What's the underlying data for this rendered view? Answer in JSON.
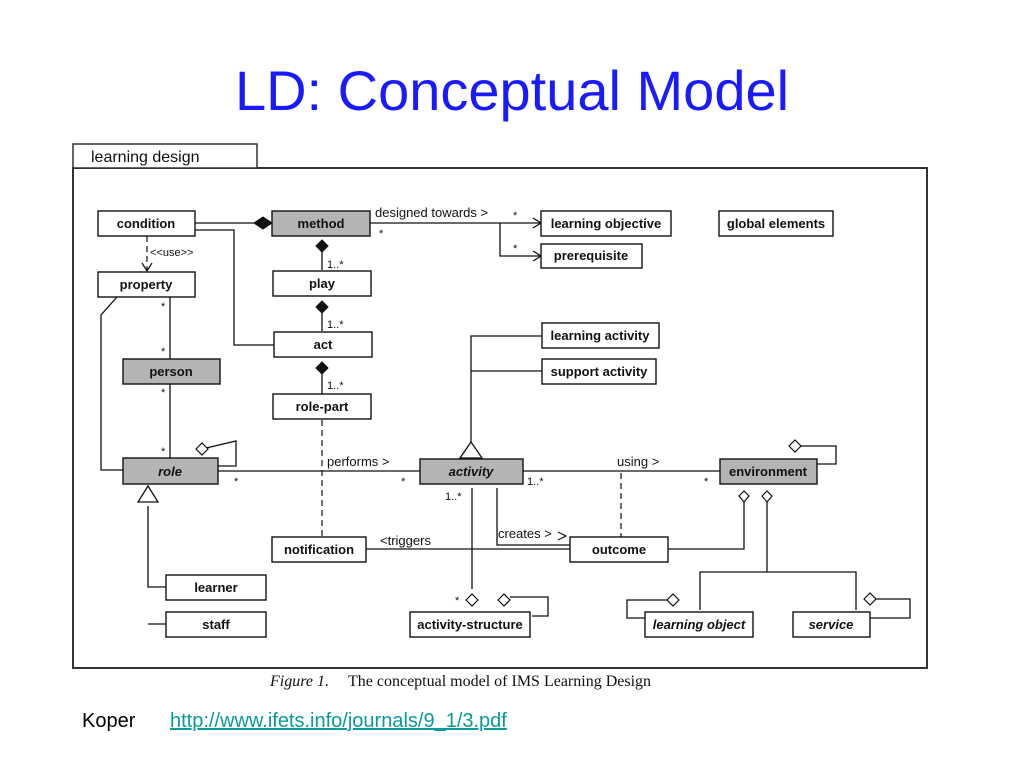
{
  "slide": {
    "title": "LD: Conceptual Model",
    "author": "Koper",
    "link": "http://www.ifets.info/journals/9_1/3.pdf"
  },
  "figure": {
    "frame_label": "learning design",
    "caption_label": "Figure 1.",
    "caption_text": "The conceptual model of IMS Learning Design",
    "boxes": {
      "condition": "condition",
      "method": "method",
      "learning_objective": "learning objective",
      "global_elements": "global elements",
      "prerequisite": "prerequisite",
      "property": "property",
      "play": "play",
      "act": "act",
      "learning_activity": "learning activity",
      "support_activity": "support activity",
      "person": "person",
      "role_part": "role-part",
      "role": "role",
      "activity": "activity",
      "environment": "environment",
      "notification": "notification",
      "outcome": "outcome",
      "learner": "learner",
      "staff": "staff",
      "activity_structure": "activity-structure",
      "learning_object": "learning object",
      "service": "service"
    },
    "labels": {
      "designed_towards": "designed towards >",
      "use": "<<use>>",
      "performs": "performs >",
      "using": "using >",
      "triggers": "<triggers",
      "creates": "creates >",
      "mult_star": "*",
      "mult_one_many": "1..*"
    }
  },
  "colors": {
    "title": "#1a1aff",
    "link": "#0a9a9a",
    "shaded_box": "#b4b4b4"
  }
}
